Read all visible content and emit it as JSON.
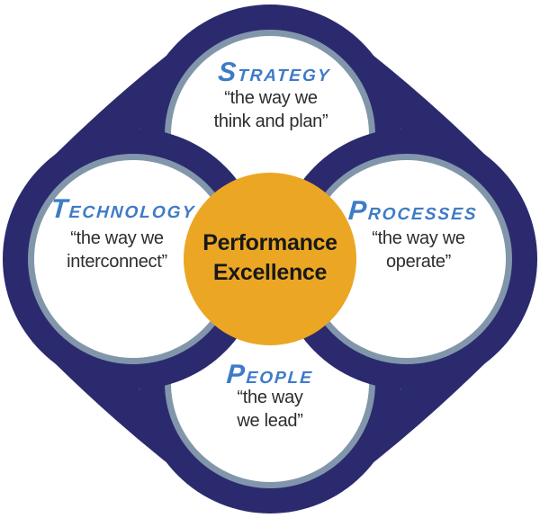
{
  "diagram": {
    "title_center": {
      "line1": "Performance",
      "line2": "Excellence"
    },
    "petals": [
      {
        "id": "strategy",
        "label": "Strategy",
        "quote_line1": "“the way we",
        "quote_line2": "think and plan”"
      },
      {
        "id": "technology",
        "label": "Technology",
        "quote_line1": "“the way we",
        "quote_line2": "interconnect”"
      },
      {
        "id": "processes",
        "label": "Processes",
        "quote_line1": "“the way we",
        "quote_line2": "operate”"
      },
      {
        "id": "people",
        "label": "People",
        "quote_line1": "“the way",
        "quote_line2": "we lead”"
      }
    ],
    "colors": {
      "ring_navy": "#2b2a6e",
      "ring_steel": "#8296ab",
      "circle_fill": "#ffffff",
      "center_gold": "#eba723",
      "label_blue": "#3e7bc7",
      "quote_text": "#2c2c31",
      "center_text": "#181818"
    }
  }
}
